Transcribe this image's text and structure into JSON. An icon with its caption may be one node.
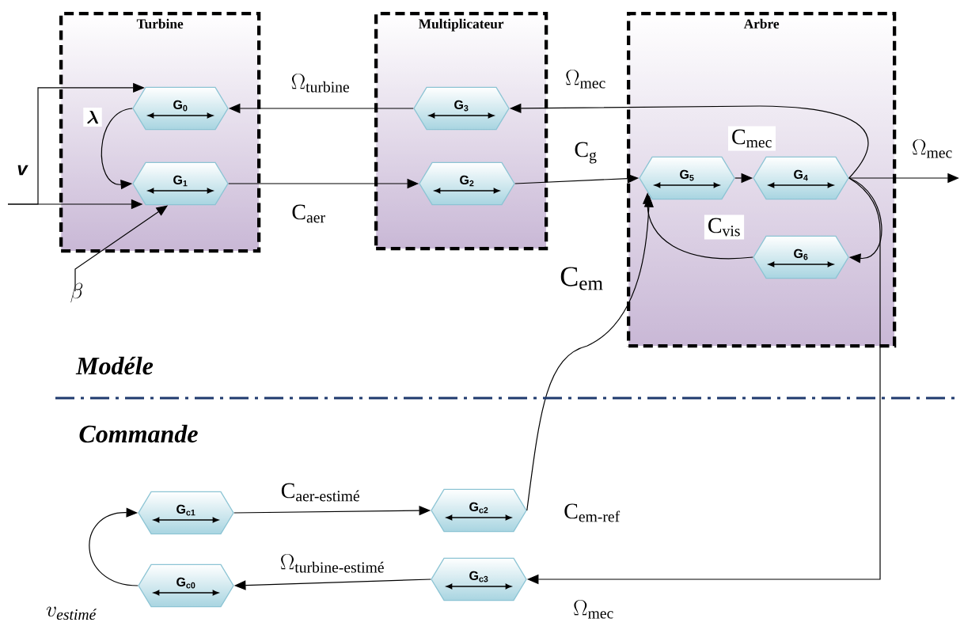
{
  "diagram": {
    "nodes": [
      {
        "text": [
          "Turbine"
        ]
      },
      {
        "text": [
          "Multiplicateur"
        ]
      },
      {
        "text": [
          "Arbre"
        ]
      },
      {
        "text": [
          "G$_{0}$"
        ],
        "in": 0
      },
      {
        "text": [
          "G$_{1}$"
        ],
        "in": 0
      },
      {
        "text": [
          "G$_{3}$"
        ],
        "in": 1
      },
      {
        "text": [
          "G$_{2}$"
        ],
        "in": 1
      },
      {
        "text": [
          "G$_{5}$"
        ],
        "in": 2
      },
      {
        "text": [
          "G$_{4}$"
        ],
        "in": 2
      },
      {
        "text": [
          "G$_{6}$"
        ],
        "in": 2
      },
      {
        "text": [
          "G$_{c1}$"
        ]
      },
      {
        "text": [
          "G$_{c2}$"
        ]
      },
      {
        "text": [
          "G$_{c0}$"
        ]
      },
      {
        "text": [
          "G$_{c3}$"
        ]
      }
    ],
    "edges": [
      {
        "from": null,
        "to": 3,
        "arrow": "to"
      },
      {
        "from": null,
        "to": 4,
        "arrow": "to"
      },
      {
        "from": 3,
        "to": 4,
        "arrow": "to",
        "label": "\\boldsymbol{\\lambda}"
      },
      {
        "from": null,
        "to": 4,
        "arrow": "to",
        "label": "\\beta"
      },
      {
        "from": 5,
        "to": 3,
        "arrow": "to",
        "label": "\\Omega_{\\mathrm{turbine}}"
      },
      {
        "from": 4,
        "to": 6,
        "arrow": "to",
        "label": "\\mathrm{C}_{\\mathrm{aer}}"
      },
      {
        "from": 8,
        "to": 5,
        "arrow": "to",
        "label": "\\Omega_{\\mathrm{mec}}"
      },
      {
        "from": 6,
        "to": 7,
        "arrow": "to",
        "label": "\\mathrm{C}_{\\mathrm{g}}"
      },
      {
        "from": 7,
        "to": 8,
        "arrow": "to",
        "label": "\\mathrm{C}_{\\mathrm{mec}}"
      },
      {
        "from": 8,
        "to": null,
        "arrow": "to",
        "label": "\\Omega_{\\mathrm{mec}}"
      },
      {
        "from": 8,
        "to": 9,
        "arrow": "to"
      },
      {
        "from": 9,
        "to": 7,
        "arrow": "to",
        "label": "\\mathrm{C}_{\\mathrm{vis}}"
      },
      {
        "from": 11,
        "to": 7,
        "arrow": "to",
        "label": "\\mathrm{C}_{\\mathrm{em}}"
      },
      {
        "from": 8,
        "to": 13,
        "arrow": "to",
        "label": "\\Omega_{\\mathrm{mec}}"
      },
      {
        "from": 10,
        "to": 11,
        "arrow": "to",
        "label": "\\mathrm{C}_{\\text{aer-estimé}}"
      },
      {
        "from": 13,
        "to": 12,
        "arrow": "to",
        "label": "\\Omega_{\\text{turbine-estimé}}"
      },
      {
        "from": 12,
        "to": 10,
        "arrow": "to"
      }
    ],
    "labels": [
      "v",
      "Modéle",
      "Commande",
      "\\mathrm{C}_{\\text{em-ref}}",
      "v_{\\textit{estimé}}"
    ]
  }
}
